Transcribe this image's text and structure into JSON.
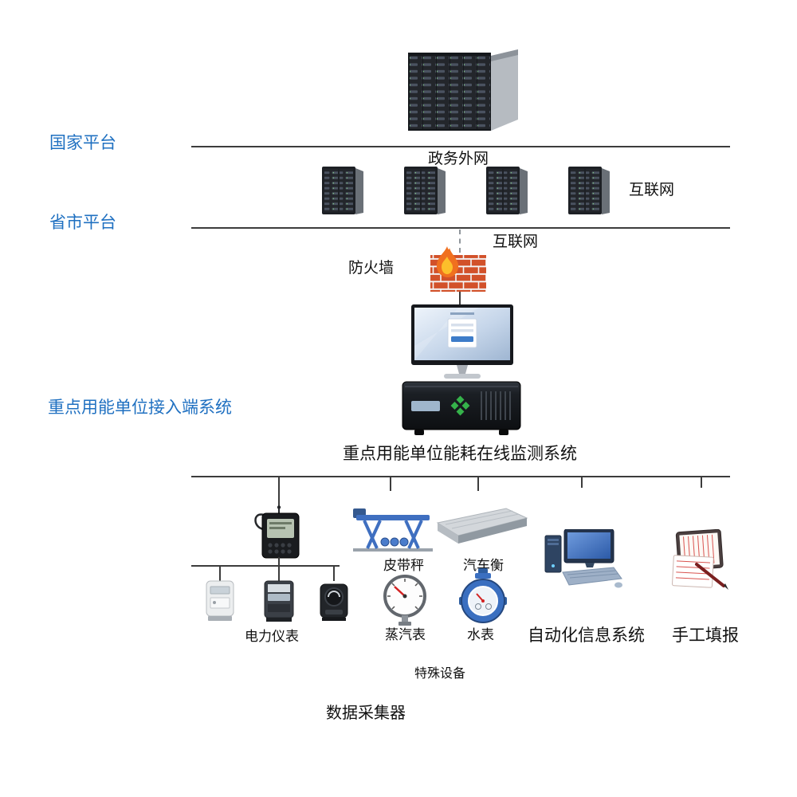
{
  "colors": {
    "platform_label": "#1f70c1",
    "text": "#111111",
    "line": "#3c3c3c",
    "firewall_brick": "#d2512a",
    "flame_outer": "#f0701f",
    "flame_inner": "#fcbf2b",
    "belt_blue": "#3f6fc0",
    "water_blue": "#3a6fc0"
  },
  "tiers": {
    "national": {
      "label": "国家平台",
      "network_label": "政务外网"
    },
    "provincial": {
      "label": "省市平台",
      "internet_label": "互联网"
    },
    "enterprise": {
      "label": "重点用能单位接入端系统",
      "internet_label": "互联网",
      "firewall_label": "防火墙",
      "system_label": "重点用能单位能耗在线监测系统"
    }
  },
  "devices": {
    "data_collector": {
      "label": "数据采集器"
    },
    "belt_scale": {
      "label": "皮带秤"
    },
    "truck_scale": {
      "label": "汽车衡"
    },
    "power_meter": {
      "label": "电力仪表"
    },
    "steam_meter": {
      "label": "蒸汽表"
    },
    "water_meter": {
      "label": "水表"
    },
    "automation_system": {
      "label": "自动化信息系统"
    },
    "manual_entry": {
      "label": "手工填报"
    },
    "special_equipment": {
      "label": "特殊设备"
    }
  },
  "icons": {
    "server_cluster": "server-rack-cluster-icon",
    "server_tower": "server-tower-icon",
    "firewall": "firewall-brick-flame-icon",
    "monitor": "monitor-login-screen-icon",
    "chassis": "server-chassis-icon",
    "data_collector": "data-collector-device-icon",
    "belt_scale": "belt-scale-icon",
    "truck_scale": "truck-scale-icon",
    "power_meters": "electric-meter-icon",
    "steam_meter": "pressure-gauge-icon",
    "water_meter": "water-meter-icon",
    "automation": "desktop-computer-icon",
    "manual": "clipboard-pen-icon"
  }
}
